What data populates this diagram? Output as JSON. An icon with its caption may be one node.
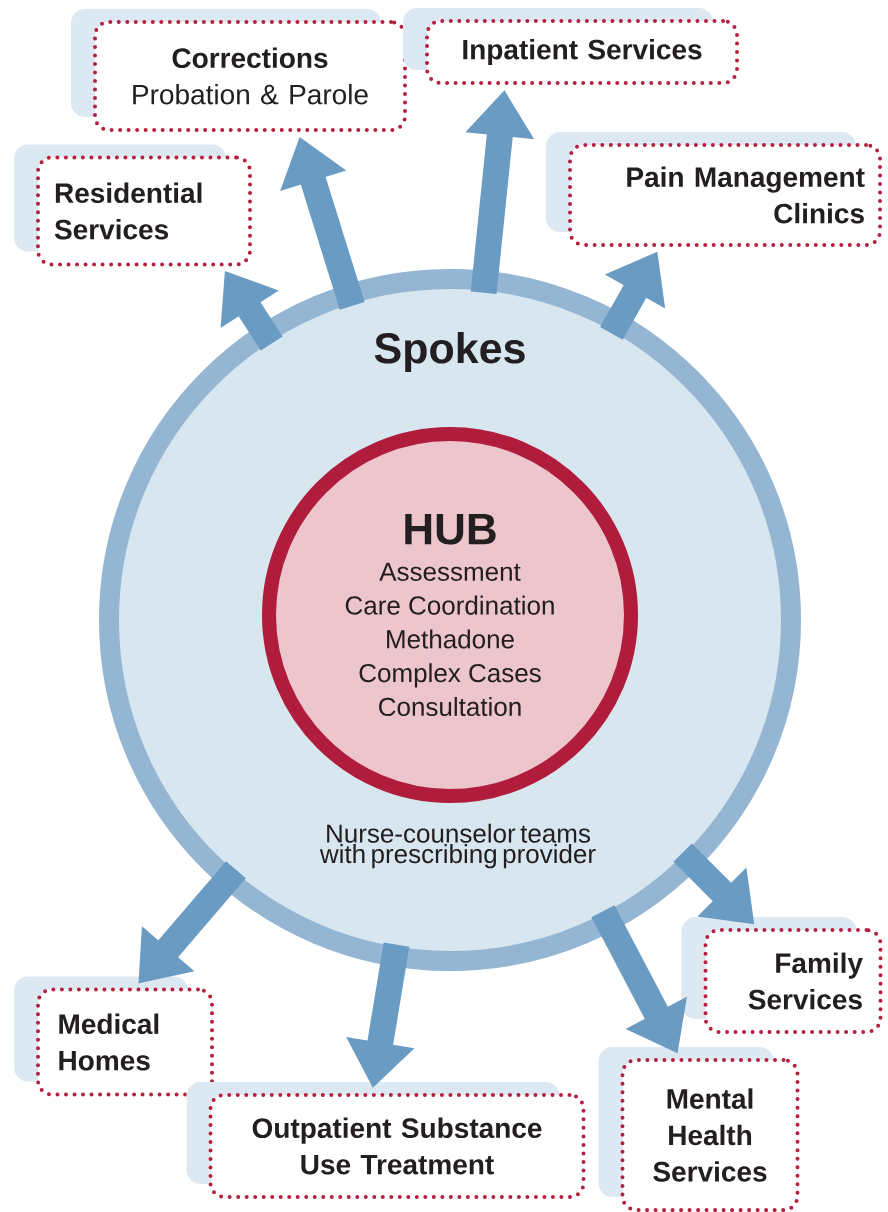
{
  "diagram": {
    "nodes": [
      {
        "text": [
          "Spokes",
          "Nurse-counselor teams with prescribing provider"
        ]
      },
      {
        "text": [
          "HUB",
          "Assessment",
          "Care Coordination",
          "Methadone",
          "Complex Cases",
          "Consultation"
        ],
        "in": 0
      },
      {
        "text": [
          "Corrections",
          "Probation & Parole"
        ]
      },
      {
        "text": [
          "Inpatient Services"
        ]
      },
      {
        "text": [
          "Residential Services"
        ]
      },
      {
        "text": [
          "Pain Management Clinics"
        ]
      },
      {
        "text": [
          "Family Services"
        ]
      },
      {
        "text": [
          "Medical Homes"
        ]
      },
      {
        "text": [
          "Mental Health Services"
        ]
      },
      {
        "text": [
          "Outpatient Substance Use Treatment"
        ]
      }
    ],
    "edges": [
      {
        "from": 0,
        "to": 2,
        "arrow": "to"
      },
      {
        "from": 0,
        "to": 3,
        "arrow": "to"
      },
      {
        "from": 0,
        "to": 4,
        "arrow": "to"
      },
      {
        "from": 0,
        "to": 5,
        "arrow": "to"
      },
      {
        "from": 0,
        "to": 6,
        "arrow": "to"
      },
      {
        "from": 0,
        "to": 7,
        "arrow": "to"
      },
      {
        "from": 0,
        "to": 8,
        "arrow": "to"
      },
      {
        "from": 0,
        "to": 9,
        "arrow": "to"
      }
    ]
  }
}
